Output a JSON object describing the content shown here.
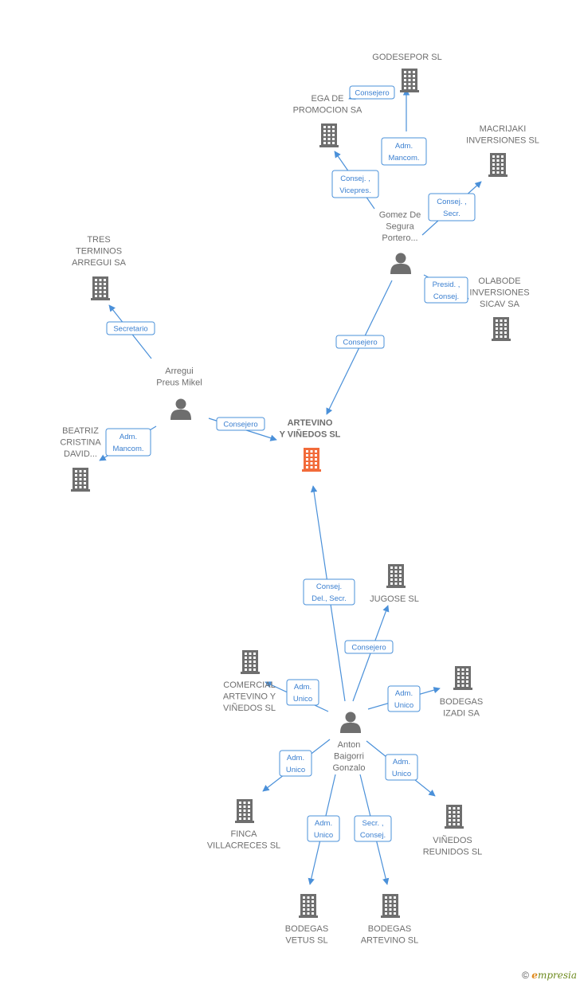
{
  "companies": {
    "artevino": {
      "label": [
        "ARTEVINO",
        "Y VIÑEDOS SL"
      ],
      "icon": "building-icon",
      "color": "#f26b3a"
    },
    "godesepor": {
      "label": [
        "GODESEPOR SL"
      ],
      "icon": "building-icon"
    },
    "ega": {
      "label": [
        "EGA DE",
        "PROMOCION SA"
      ],
      "icon": "building-icon"
    },
    "macrijaki": {
      "label": [
        "MACRIJAKI",
        "INVERSIONES SL"
      ],
      "icon": "building-icon"
    },
    "olabode": {
      "label": [
        "OLABODE",
        "INVERSIONES",
        "SICAV SA"
      ],
      "icon": "building-icon"
    },
    "tres": {
      "label": [
        "TRES",
        "TERMINOS",
        "ARREGUI SA"
      ],
      "icon": "building-icon"
    },
    "beatriz": {
      "label": [
        "BEATRIZ",
        "CRISTINA",
        "DAVID..."
      ],
      "icon": "building-icon"
    },
    "jugose": {
      "label": [
        "JUGOSE SL"
      ],
      "icon": "building-icon"
    },
    "comercial": {
      "label": [
        "COMERCIAL",
        "ARTEVINO Y",
        "VIÑEDOS SL"
      ],
      "icon": "building-icon"
    },
    "izadi": {
      "label": [
        "BODEGAS",
        "IZADI SA"
      ],
      "icon": "building-icon"
    },
    "finca": {
      "label": [
        "FINCA",
        "VILLACRECES SL"
      ],
      "icon": "building-icon"
    },
    "vinedos": {
      "label": [
        "VIÑEDOS",
        "REUNIDOS SL"
      ],
      "icon": "building-icon"
    },
    "vetus": {
      "label": [
        "BODEGAS",
        "VETUS SL"
      ],
      "icon": "building-icon"
    },
    "bartevino": {
      "label": [
        "BODEGAS",
        "ARTEVINO SL"
      ],
      "icon": "building-icon"
    }
  },
  "persons": {
    "gomez": {
      "label": [
        "Gomez De",
        "Segura",
        "Portero..."
      ],
      "icon": "person-icon"
    },
    "arregui": {
      "label": [
        "Arregui",
        "Preus Mikel"
      ],
      "icon": "person-icon"
    },
    "anton": {
      "label": [
        "Anton",
        "Baigorri",
        "Gonzalo"
      ],
      "icon": "person-icon"
    }
  },
  "relations": {
    "gomez_godesepor": [
      "Adm.",
      "Mancom."
    ],
    "gomez_ega_consejero": [
      "Consejero"
    ],
    "gomez_ega": [
      "Consej. ,",
      "Vicepres."
    ],
    "gomez_macrijaki": [
      "Consej. ,",
      "Secr."
    ],
    "gomez_olabode": [
      "Presid. ,",
      "Consej."
    ],
    "gomez_artevino": [
      "Consejero"
    ],
    "arregui_tres": [
      "Secretario"
    ],
    "arregui_artevino": [
      "Consejero"
    ],
    "arregui_beatriz": [
      "Adm.",
      "Mancom."
    ],
    "anton_artevino": [
      "Consej.",
      "Del., Secr."
    ],
    "anton_jugose": [
      "Consejero"
    ],
    "anton_comercial": [
      "Adm.",
      "Unico"
    ],
    "anton_izadi": [
      "Adm.",
      "Unico"
    ],
    "anton_finca": [
      "Adm.",
      "Unico"
    ],
    "anton_vinedos": [
      "Adm.",
      "Unico"
    ],
    "anton_vetus": [
      "Adm.",
      "Unico"
    ],
    "anton_bartevino": [
      "Secr. ,",
      "Consej."
    ]
  },
  "colors": {
    "edge": "#4a90d9",
    "node": "#6e6e6e",
    "main": "#f26b3a"
  },
  "footer": {
    "copyright": "©",
    "brand_e": "e",
    "brand_rest": "mpresia"
  }
}
